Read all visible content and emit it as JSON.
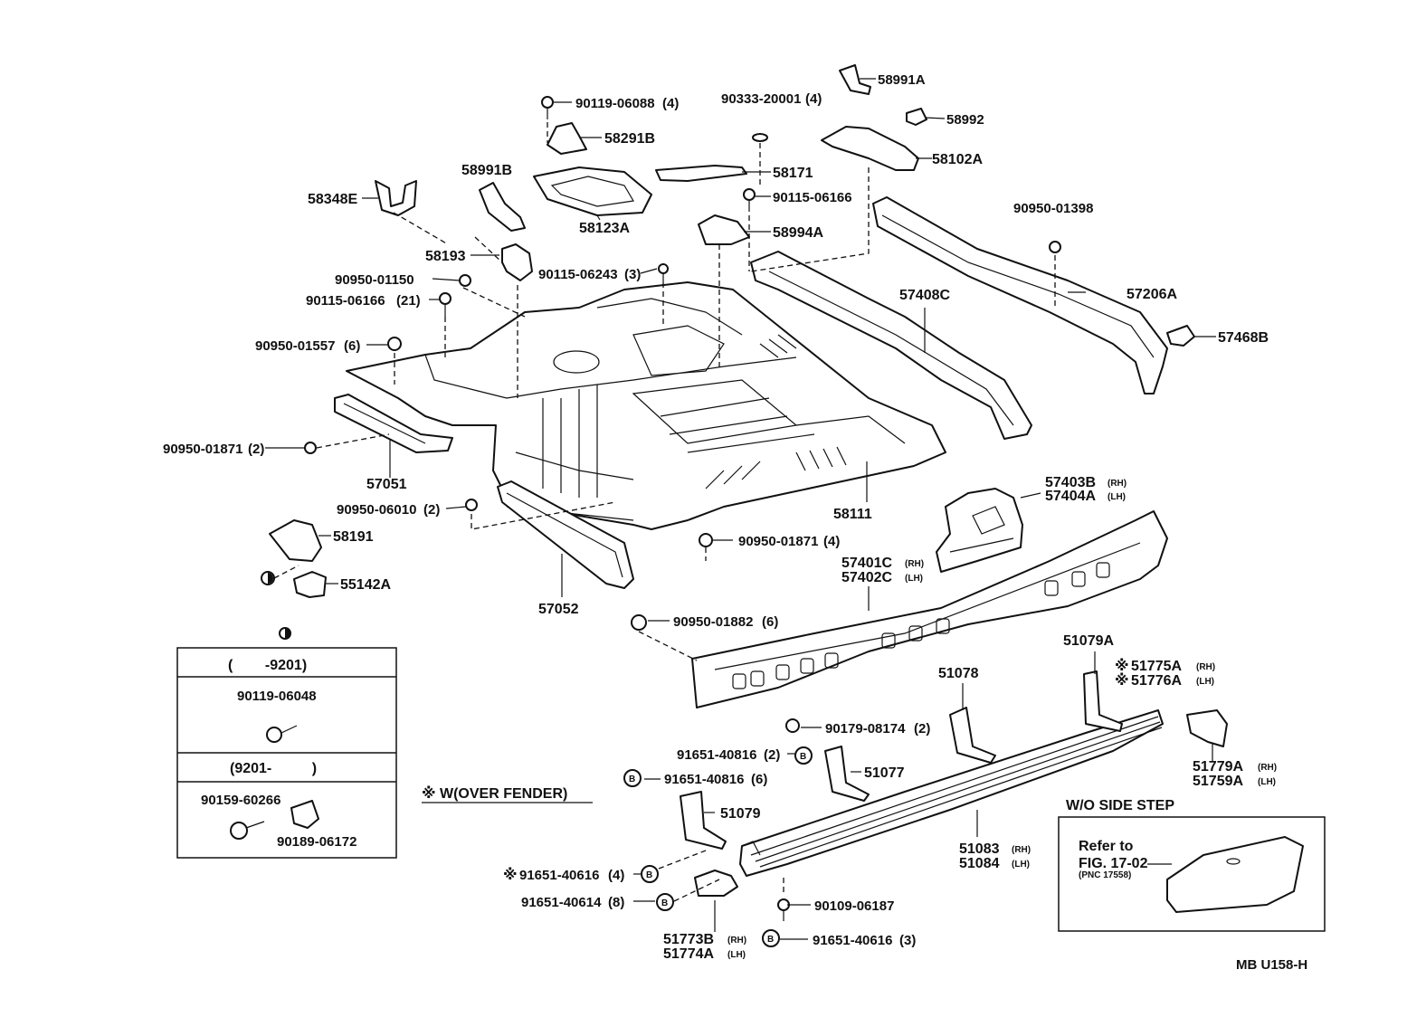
{
  "diagram": {
    "code": "MB U158-H",
    "top_parts": {
      "p_58991A": "58991A",
      "p_58992": "58992",
      "p_90333": "90333-20001",
      "p_90333_qty": "(4)",
      "p_90119_06088": "90119-06088",
      "p_90119_06088_qty": "(4)",
      "p_58291B": "58291B",
      "p_58102A": "58102A",
      "p_58171": "58171",
      "p_58991B": "58991B",
      "p_90115_06166_top": "90115-06166",
      "p_58348E": "58348E",
      "p_58123A": "58123A",
      "p_58994A": "58994A",
      "p_90950_01398": "90950-01398",
      "p_58193": "58193",
      "p_90115_06243": "90115-06243",
      "p_90115_06243_qty": "(3)",
      "p_90950_01150": "90950-01150",
      "p_90115_06166_21": "90115-06166",
      "p_90115_06166_21_qty": "(21)",
      "p_57408C": "57408C",
      "p_57206A": "57206A",
      "p_57468B": "57468B",
      "p_90950_01557": "90950-01557",
      "p_90950_01557_qty": "(6)"
    },
    "mid_parts": {
      "p_90950_01871_a": "90950-01871",
      "p_90950_01871_a_qty": "(2)",
      "p_57051": "57051",
      "p_58111": "58111",
      "p_57403B": "57403B",
      "p_57403B_side": "(RH)",
      "p_57404A": "57404A",
      "p_57404A_side": "(LH)",
      "p_90950_06010": "90950-06010",
      "p_90950_06010_qty": "(2)",
      "p_90950_01871_b": "90950-01871",
      "p_90950_01871_b_qty": "(4)",
      "p_58191": "58191",
      "p_57401C": "57401C",
      "p_57401C_side": "(RH)",
      "p_57402C": "57402C",
      "p_57402C_side": "(LH)",
      "p_55142A": "55142A",
      "p_57052": "57052",
      "p_90950_01882": "90950-01882",
      "p_90950_01882_qty": "(6)"
    },
    "bottom_parts": {
      "p_51079A": "51079A",
      "p_51775A": "51775A",
      "p_51775A_side": "(RH)",
      "p_51776A": "51776A",
      "p_51776A_side": "(LH)",
      "mark": "※",
      "p_51078": "51078",
      "p_90179_08174": "90179-08174",
      "p_90179_08174_qty": "(2)",
      "p_91651_40816_2": "91651-40816",
      "p_91651_40816_2_qty": "(2)",
      "p_51077": "51077",
      "p_51779A": "51779A",
      "p_51779A_side": "(RH)",
      "p_51759A": "51759A",
      "p_51759A_side": "(LH)",
      "p_91651_40816_6": "91651-40816",
      "p_91651_40816_6_qty": "(6)",
      "p_51079": "51079",
      "note_over_fender": "※ W(OVER FENDER)",
      "wo_side_step": "W/O SIDE STEP",
      "p_51083": "51083",
      "p_51083_side": "(RH)",
      "p_51084": "51084",
      "p_51084_side": "(LH)",
      "refer_to": "Refer to",
      "refer_fig": "FIG. 17-02",
      "refer_pnc": "(PNC 17558)",
      "p_91651_40616_4": "91651-40616",
      "p_91651_40616_4_qty": "(4)",
      "p_91651_40614": "91651-40614",
      "p_91651_40614_qty": "(8)",
      "p_90109_06187": "90109-06187",
      "p_51773B": "51773B",
      "p_51773B_side": "(RH)",
      "p_51774A": "51774A",
      "p_51774A_side": "(LH)",
      "p_91651_40616_3": "91651-40616",
      "p_91651_40616_3_qty": "(3)",
      "circle_b": "B"
    },
    "legend_box": {
      "row1": "(        -9201)",
      "row2_part": "90119-06048",
      "row3": "(9201-          )",
      "row4_part_a": "90159-60266",
      "row4_part_b": "90189-06172"
    }
  }
}
